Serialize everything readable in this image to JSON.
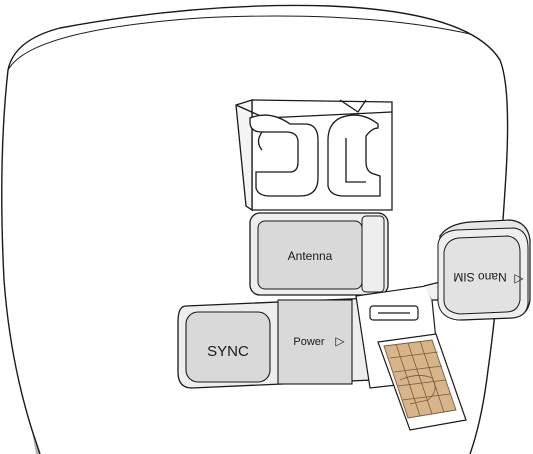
{
  "labels": {
    "antenna": "Antenna",
    "sync": "SYNC",
    "power": "Power",
    "power_arrow": "▷",
    "nano_sim": "Nano SIM",
    "nano_sim_arrow": "▷"
  },
  "colors": {
    "outline": "#1a1a1a",
    "panel_gray": "#d9d9d9",
    "panel_light": "#eeeeee",
    "sim_gold": "#d8b48a",
    "sim_lines": "#7a5a3a",
    "base_shadow": "#b3b3b3"
  },
  "icons": {
    "power_arrow": "triangle-right-icon",
    "sim_arrow": "triangle-right-icon"
  }
}
